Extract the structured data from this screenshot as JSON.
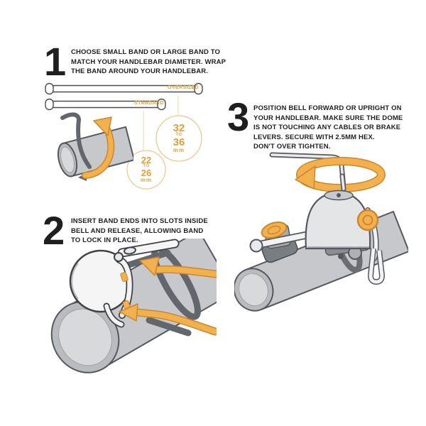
{
  "theme": {
    "accent": "#DFA13A",
    "accent_fill": "#F2B04E",
    "accent_dark": "#C9882E",
    "ink": "#1F1F1F",
    "tube_fill": "#C6C8CB",
    "tube_edge": "#55585E",
    "band_dark": "#63666C",
    "circle_line": "#EFC98F",
    "connector_line": "#EBD5A4"
  },
  "steps": [
    {
      "number": "1",
      "text": "CHOOSE SMALL BAND OR LARGE BAND TO\nMATCH YOUR HANDLEBAR DIAMETER. WRAP\nTHE BAND AROUND YOUR HANDLEBAR."
    },
    {
      "number": "2",
      "text": "INSERT BAND ENDS INTO SLOTS INSIDE\nBELL AND RELEASE, ALLOWING BAND\nTO LOCK IN PLACE."
    },
    {
      "number": "3",
      "text": "POSITION BELL FORWARD OR UPRIGHT ON\nYOUR HANDLEBAR. MAKE SURE THE DOME\nIS NOT TOUCHING ANY CABLES OR BRAKE\nLEVERS. SECURE WITH 2.5MM HEX.\nDON'T OVER TIGHTEN."
    }
  ],
  "size_guide": {
    "bands": [
      {
        "label": "OVERSIZED"
      },
      {
        "label": "STANDARD"
      }
    ],
    "circles": [
      {
        "from": "32",
        "joiner": "TO",
        "to": "36",
        "unit": "mm"
      },
      {
        "from": "22",
        "joiner": "TO",
        "to": "26",
        "unit": "mm"
      }
    ]
  }
}
